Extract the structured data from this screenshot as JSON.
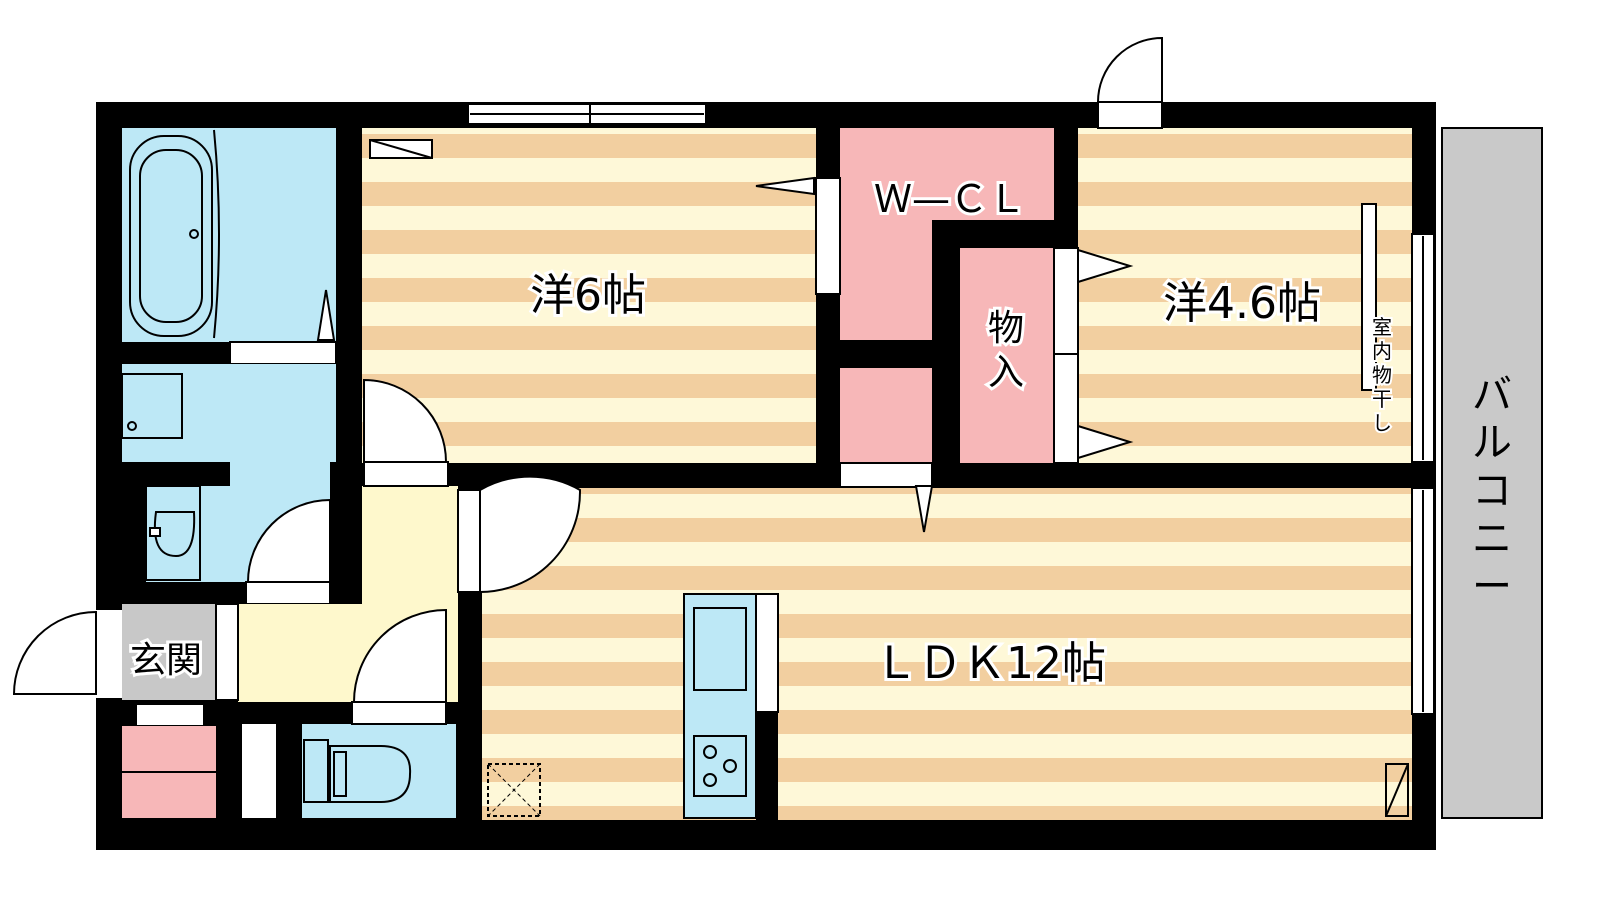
{
  "rooms": {
    "western_6": "洋6帖",
    "western_46": "洋4.6帖",
    "ldk": "ＬＤＫ12帖",
    "wcl": "Ｗ—ＣＬ",
    "storage_1": "物",
    "storage_2": "入",
    "entrance": "玄関",
    "drying_1": "室",
    "drying_2": "内",
    "drying_3": "物",
    "drying_4": "干",
    "drying_5": "し",
    "balcony_1": "バ",
    "balcony_2": "ル",
    "balcony_3": "コ",
    "balcony_4": "ニ",
    "balcony_5": "ー"
  },
  "colors": {
    "wall": "#000000",
    "floor_light": "#fef8d8",
    "floor_stripe": "#f2cfa0",
    "wet_area": "#bde8f6",
    "closet": "#f7b7b8",
    "hall": "#fef8cc",
    "entrance_floor": "#c8c8c8",
    "balcony": "#c9c9c9"
  }
}
